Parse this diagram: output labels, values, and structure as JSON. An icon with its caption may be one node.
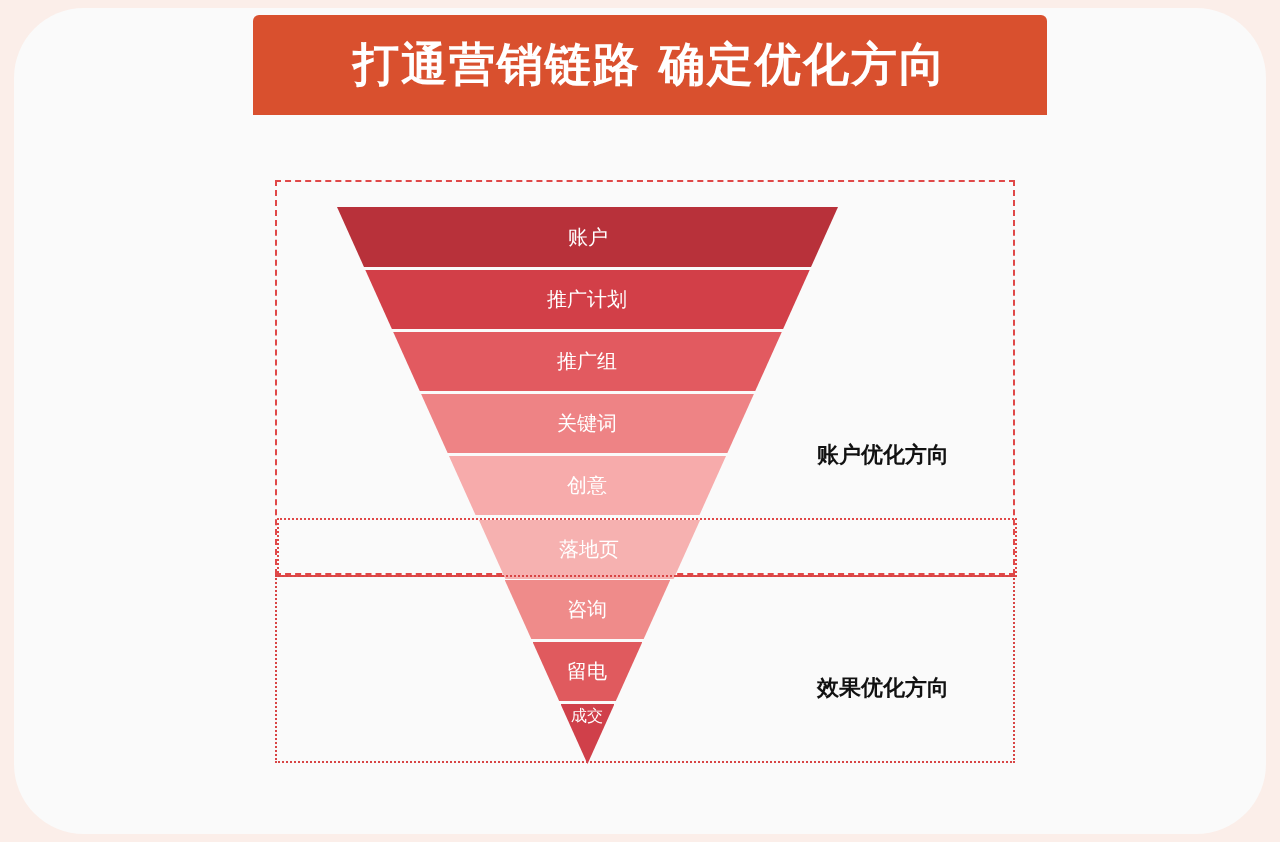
{
  "diagram": {
    "title": "打通营销链路 确定优化方向",
    "nodes": [
      {
        "text": [
          "账户优化方向"
        ]
      },
      {
        "text": [
          "账户"
        ],
        "in": 0
      },
      {
        "text": [
          "推广计划"
        ],
        "in": 0
      },
      {
        "text": [
          "推广组"
        ],
        "in": 0
      },
      {
        "text": [
          "关键词"
        ],
        "in": 0
      },
      {
        "text": [
          "创意"
        ],
        "in": 0
      },
      {
        "text": [],
        "shape": "box",
        "in": 0
      },
      {
        "text": [
          "落地页"
        ],
        "in": 6
      },
      {
        "text": [
          "效果优化方向"
        ]
      },
      {
        "text": [
          "咨询"
        ],
        "in": 8
      },
      {
        "text": [
          "留电"
        ],
        "in": 8
      },
      {
        "text": [
          "成交"
        ],
        "in": 8
      }
    ]
  }
}
